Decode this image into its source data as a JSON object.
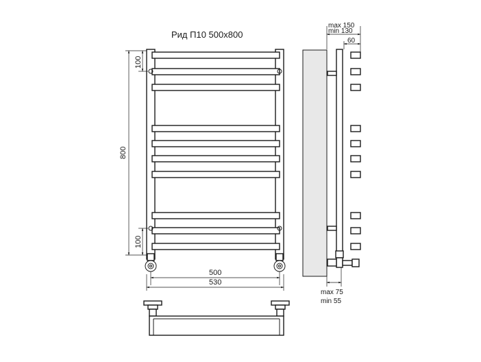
{
  "title": "Рид П10 500x800",
  "front_view": {
    "dim_height": "800",
    "dim_top_step": "100",
    "dim_bottom_step": "100",
    "dim_axis_width": "500",
    "dim_total_width": "530"
  },
  "side_view": {
    "dim_depth_max": "max 150",
    "dim_depth_min": "min 130",
    "dim_bar_depth": "60",
    "dim_valve_max": "max 75",
    "dim_valve_min": "min 55"
  },
  "colors": {
    "line": "#1a1a1a",
    "wall": "#e8e8e8"
  }
}
